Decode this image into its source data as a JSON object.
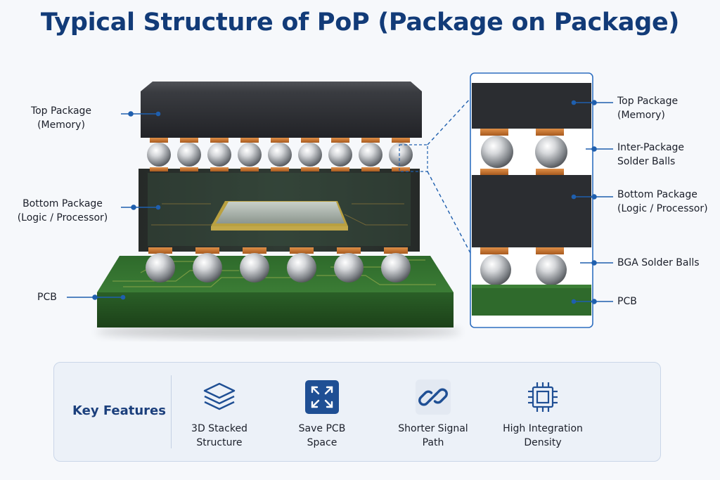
{
  "title": "Typical Structure of PoP (Package on Package)",
  "labels_left": [
    {
      "lines": [
        "Top Package",
        "(Memory)"
      ]
    },
    {
      "lines": [
        "Bottom Package",
        "(Logic / Processor)"
      ]
    },
    {
      "lines": [
        "PCB"
      ]
    }
  ],
  "labels_right": [
    {
      "lines": [
        "Top Package",
        "(Memory)"
      ]
    },
    {
      "lines": [
        "Inter-Package",
        "Solder Balls"
      ]
    },
    {
      "lines": [
        "Bottom Package",
        "(Logic / Processor)"
      ]
    },
    {
      "lines": [
        "BGA Solder Balls"
      ]
    },
    {
      "lines": [
        "PCB"
      ]
    }
  ],
  "features": {
    "title": "Key Features",
    "items": [
      {
        "icon": "layers-icon",
        "lines": [
          "3D Stacked",
          "Structure"
        ]
      },
      {
        "icon": "expand-arrows-icon",
        "lines": [
          "Save PCB",
          "Space"
        ]
      },
      {
        "icon": "chain-link-icon",
        "lines": [
          "Shorter Signal",
          "Path"
        ]
      },
      {
        "icon": "chip-icon",
        "lines": [
          "High Integration",
          "Density"
        ]
      }
    ]
  },
  "colors": {
    "title": "#123b78",
    "accent": "#1f5fae",
    "package": "#2b2d31",
    "pcb": "#2f6a2c",
    "copper": "#c7712c"
  }
}
